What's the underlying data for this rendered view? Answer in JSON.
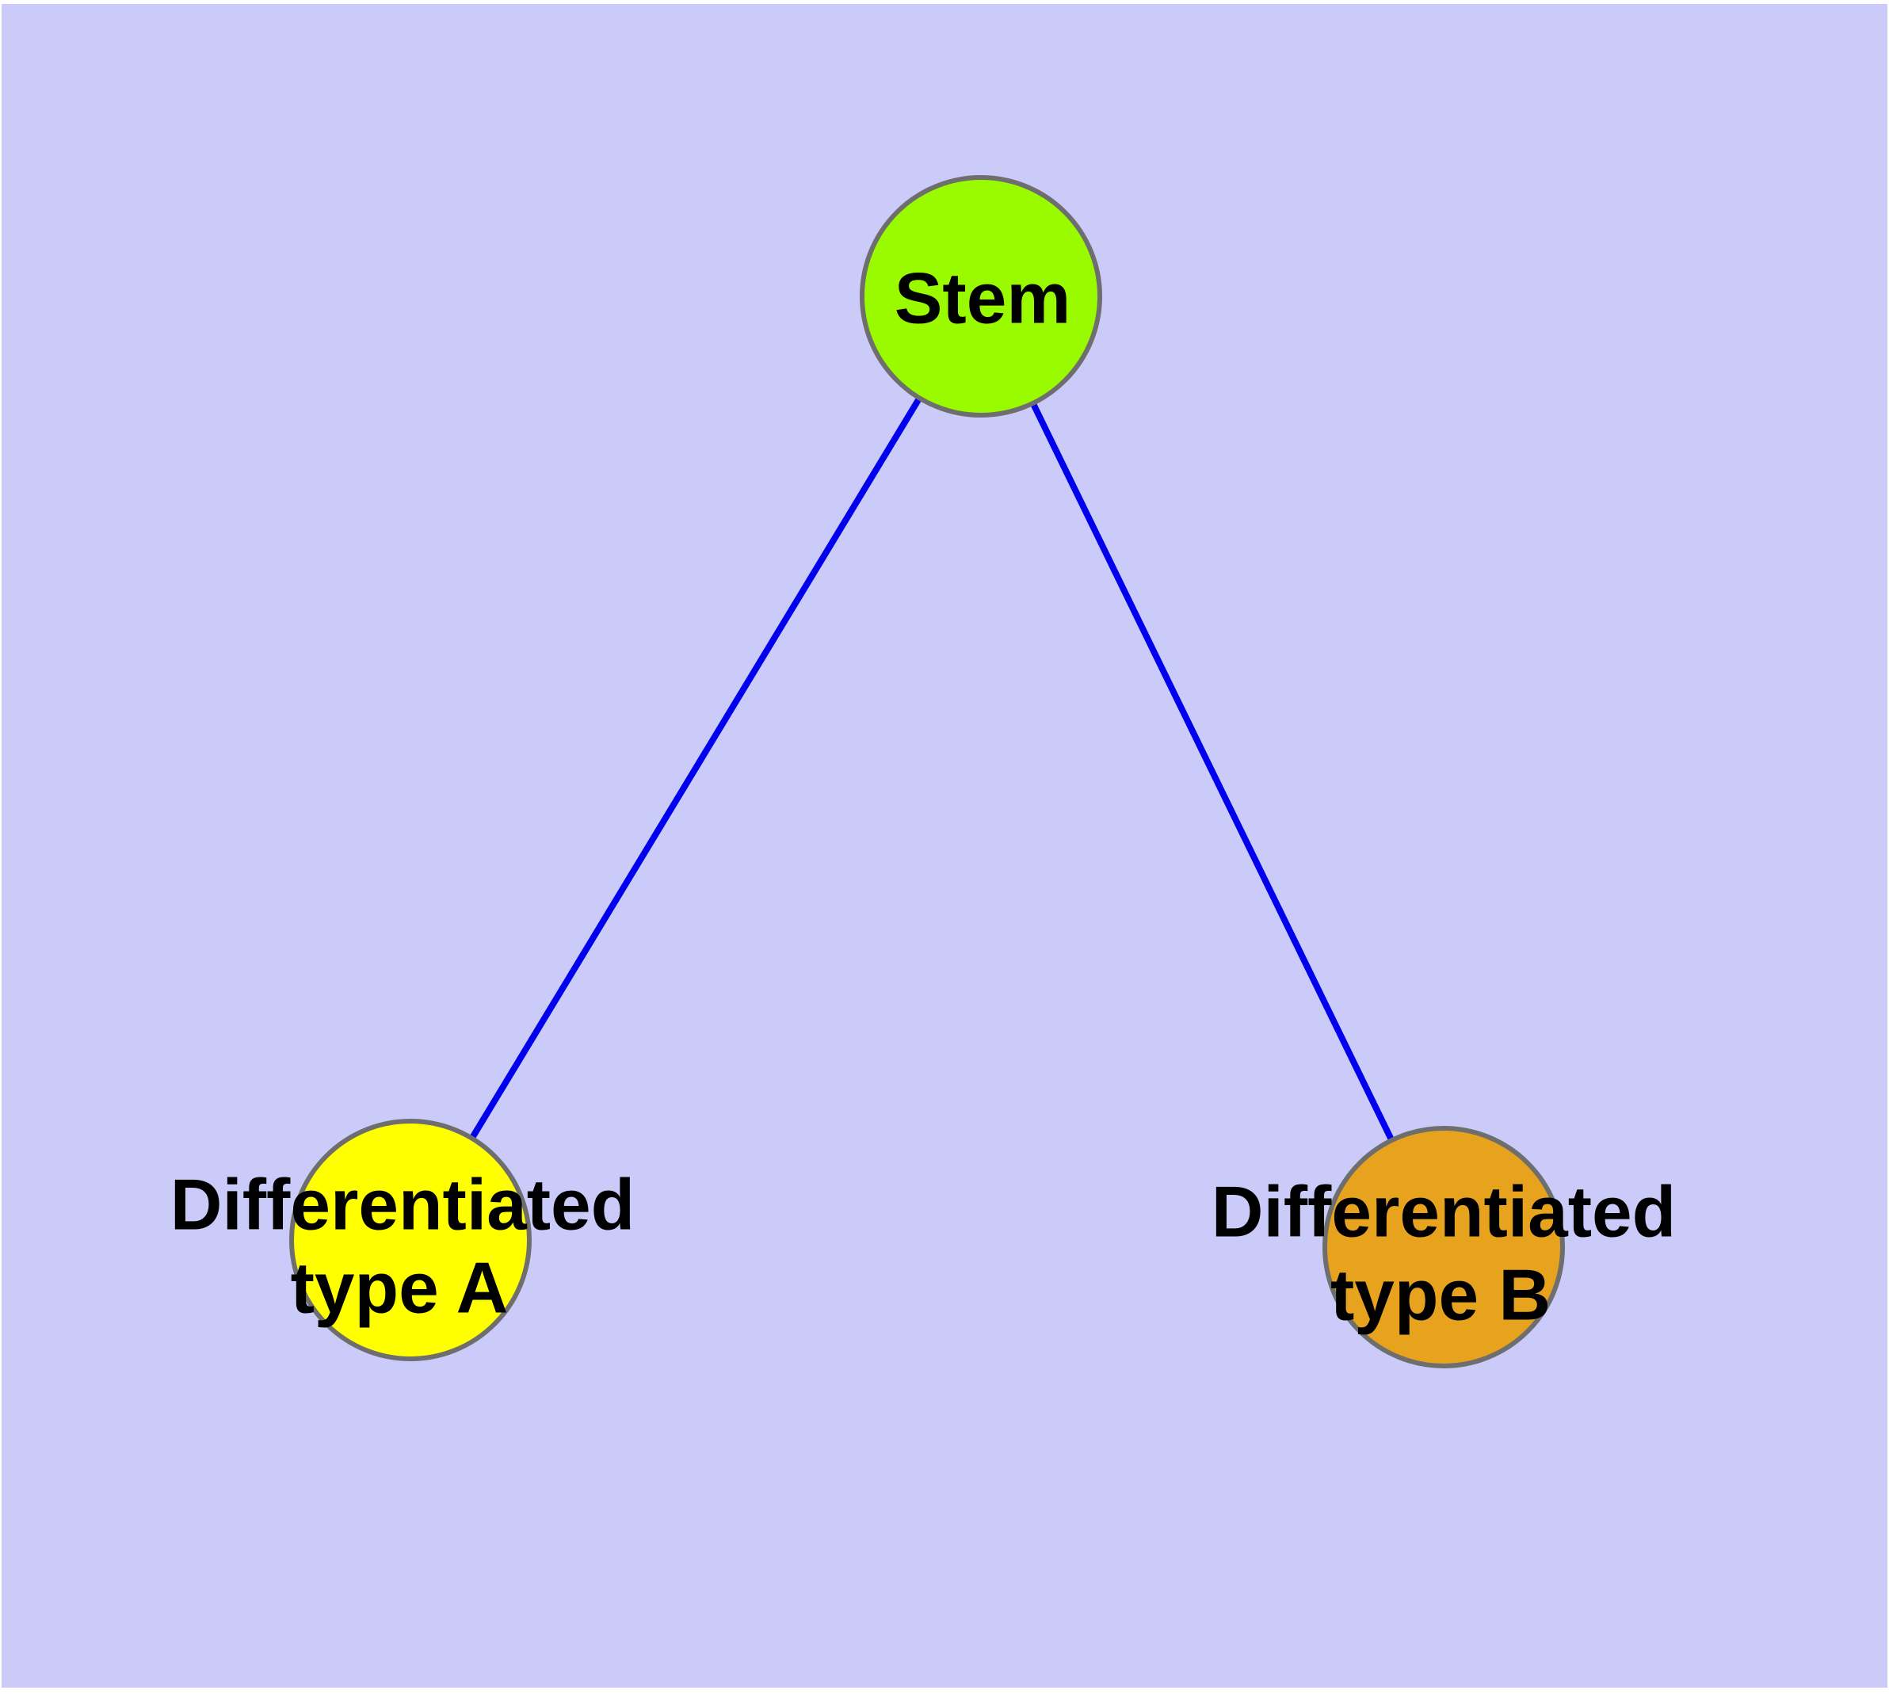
{
  "diagram": {
    "canvas": {
      "margin_color": "#ffffff",
      "background": "#cbcbf9"
    },
    "text_color": "#000000",
    "edge_color": "#0000ee",
    "node_border_color": "#6e6e6e",
    "nodes": {
      "stem": {
        "label": "Stem",
        "fill": "#9afb00"
      },
      "type_a": {
        "label_line1": "Differentiated",
        "label_line2": "type A",
        "fill": "#ffff00"
      },
      "type_b": {
        "label_line1": "Differentiated",
        "label_line2": "type B",
        "fill": "#e7a21e"
      }
    },
    "edges": [
      {
        "from": "Stem",
        "to": "Differentiated type A"
      },
      {
        "from": "Stem",
        "to": "Differentiated type B"
      }
    ]
  }
}
